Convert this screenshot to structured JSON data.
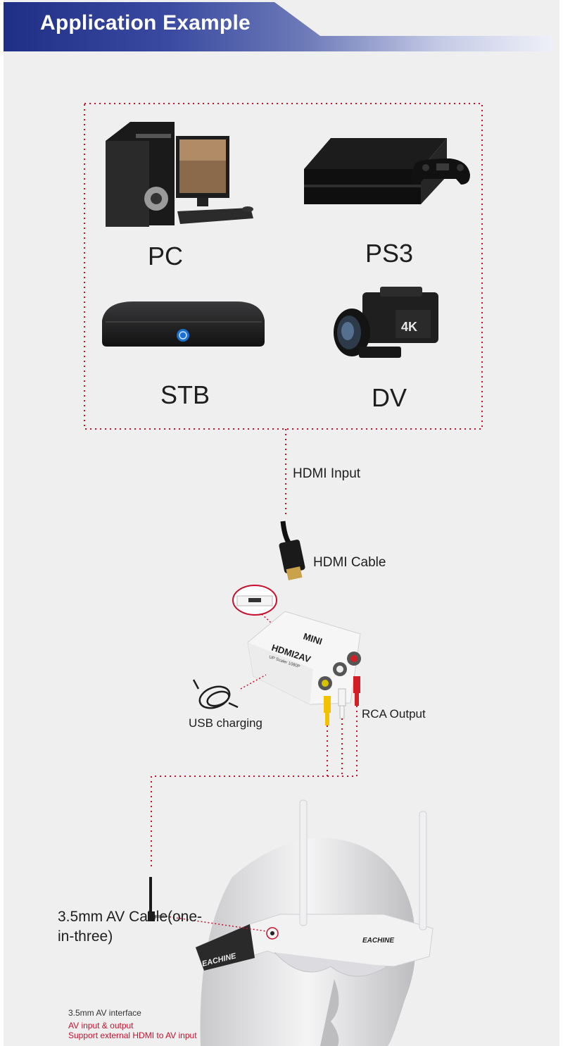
{
  "header": {
    "title": "Application Example"
  },
  "devices": [
    {
      "label": "PC",
      "icon": "desktop-pc-icon"
    },
    {
      "label": "PS3",
      "icon": "game-console-icon"
    },
    {
      "label": "STB",
      "icon": "set-top-box-icon"
    },
    {
      "label": "DV",
      "icon": "video-camera-icon"
    }
  ],
  "callouts": {
    "hdmi_input": "HDMI Input",
    "hdmi_cable": "HDMI Cable",
    "usb_charging": "USB charging",
    "rca_output": "RCA Output",
    "av_cable": "3.5mm AV Cable(one-in-three)"
  },
  "converter": {
    "top_text": "MINI",
    "main_text": "HDMI2AV",
    "sub_text": "UP Scaler 1080P"
  },
  "goggles": {
    "brand": "EACHINE"
  },
  "notes": {
    "interface": "3.5mm AV interface",
    "line1": "AV input & output",
    "line2": "Support external HDMI to AV input"
  },
  "colors": {
    "banner": "#1f2f86",
    "dotted_line": "#c8102e",
    "note_red": "#c8102e",
    "rca_yellow": "#f2c200",
    "rca_white": "#f4f4f4",
    "rca_red": "#d21f26"
  }
}
